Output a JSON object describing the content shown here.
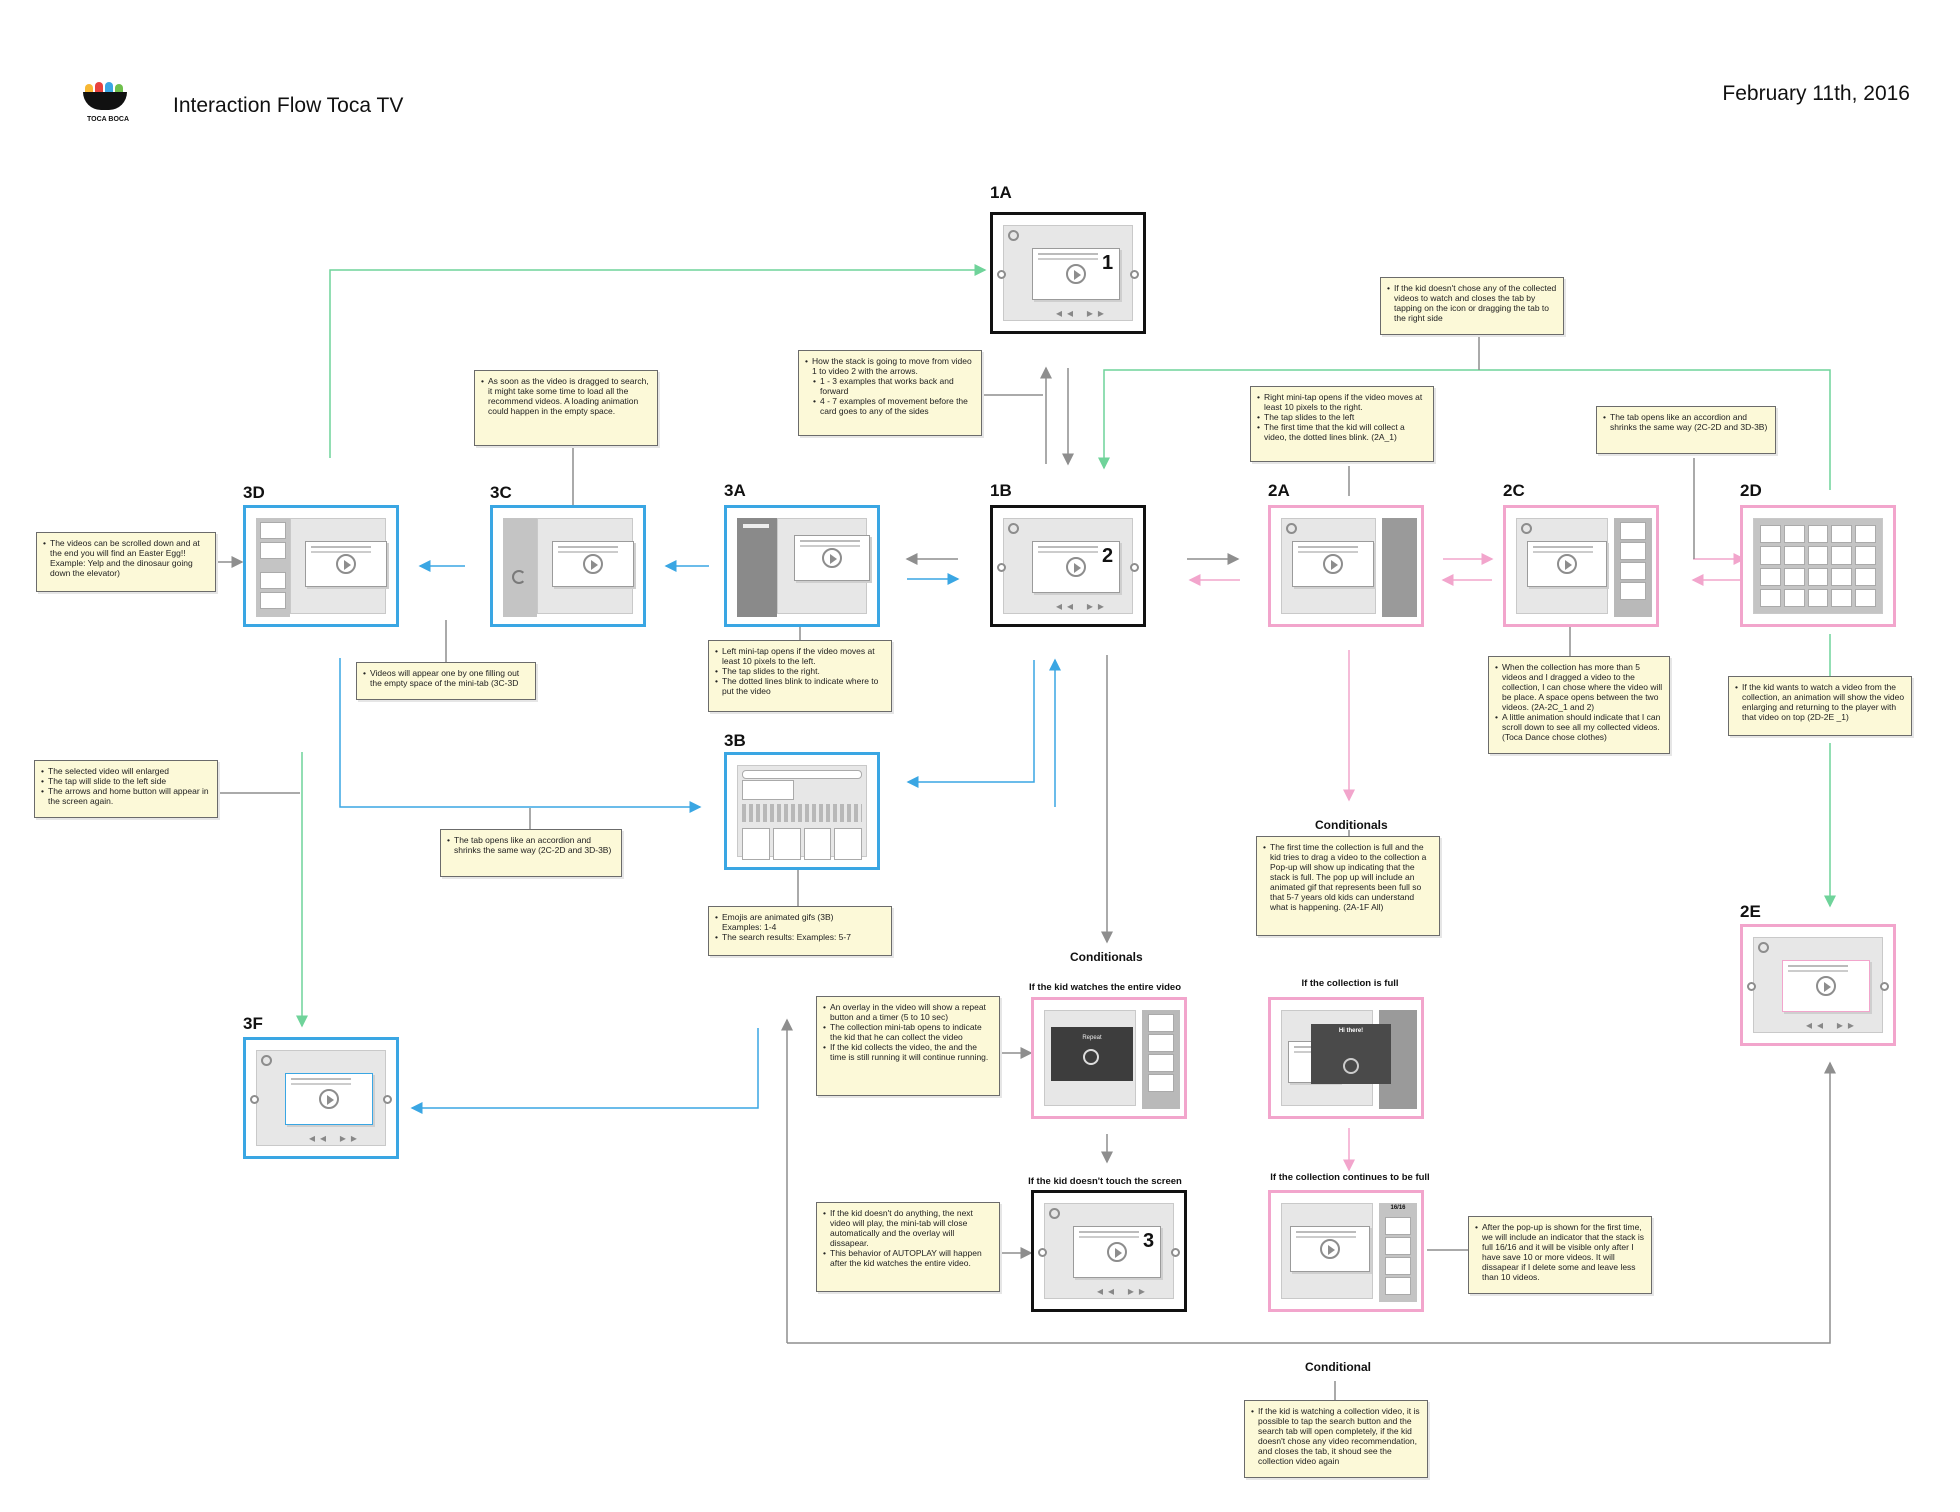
{
  "header": {
    "logo_text": "TOCA BOCA",
    "title": "Interaction Flow Toca TV",
    "date": "February 11th, 2016"
  },
  "colors": {
    "green": "#6fd39a",
    "blue": "#3aa6e3",
    "pink": "#f2a5cc",
    "grey": "#8e8e8e",
    "note_bg": "#fcf9d8"
  },
  "screens": {
    "s1a": {
      "label": "1A",
      "number": "1"
    },
    "s1b": {
      "label": "1B",
      "number": "2"
    },
    "s2a": {
      "label": "2A"
    },
    "s2c": {
      "label": "2C"
    },
    "s2d": {
      "label": "2D"
    },
    "s2e": {
      "label": "2E"
    },
    "s3a": {
      "label": "3A"
    },
    "s3b": {
      "label": "3B"
    },
    "s3c": {
      "label": "3C"
    },
    "s3d": {
      "label": "3D"
    },
    "s3f": {
      "label": "3F"
    },
    "cw1": {
      "label": "If the kid watches the entire video",
      "overlay_text": "Repeat"
    },
    "cw2": {
      "label": "If the kid doesn't touch the screen",
      "number": "3"
    },
    "cf1": {
      "label": "If  the collection is full",
      "popup_title": "Hi there!"
    },
    "cf2": {
      "label": "If the collection continues to be full",
      "count": "16/16"
    }
  },
  "section_labels": {
    "conditionals_center": "Conditionals",
    "conditionals_right": "Conditionals",
    "conditional_bottom": "Conditional"
  },
  "notes": {
    "n_1a": [
      "How the stack is going to move from video 1 to video 2 with the arrows.",
      "1 - 3 examples that works back and forward",
      "4 - 7 examples of movement before the card goes to any of the sides"
    ],
    "n_collected": [
      "If the kid doesn't chose any of the collected videos to watch and closes the tab by tapping on the icon or dragging the tab to the right side"
    ],
    "n_3c": [
      "As soon as the video is dragged to search, it might take some time to load all the recommend videos.  A loading animation could happen in the empty space."
    ],
    "n_2a": [
      "Right mini-tap opens if the video moves at least 10 pixels to the right.",
      "The tap slides to the left",
      "The first time that the kid will collect a video, the dotted lines blink. (2A_1)"
    ],
    "n_2d": [
      "The tab opens like an accordion and shrinks the same way (2C-2D and 3D-3B)"
    ],
    "n_3d": [
      "The videos can be scrolled down and at the end you will find an Easter Egg!! Example: Yelp and the dinosaur going down the elevator)"
    ],
    "n_3c_bottom": [
      "Videos will appear one by one filling out the empty space of the mini-tab (3C-3D"
    ],
    "n_3a": [
      "Left mini-tap opens if the video moves at least 10 pixels to the left.",
      "The tap slides to the right.",
      "The dotted lines blink to indicate where to put the video"
    ],
    "n_2c": [
      "When the collection has more than 5 videos and I dragged a video to the collection, I can chose where the video will be place. A space opens between the two videos. (2A-2C_1 and 2)",
      "A little animation should indicate that I can scroll down to see all my collected videos. (Toca Dance chose clothes)"
    ],
    "n_2e": [
      "If the kid wants to watch a video from the collection, an animation will show the video enlarging and returning to the player with that video on top (2D-2E _1)"
    ],
    "n_3f": [
      "The selected video will enlarged",
      "The tap will slide to the left side",
      "The arrows and home button will appear in the screen again."
    ],
    "n_accordion": [
      "The tab opens like an accordion and shrinks the same way (2C-2D and 3D-3B)"
    ],
    "n_3b": [
      "Emojis are animated gifs (3B)",
      "Examples: 1-4",
      "The search results: Examples: 5-7"
    ],
    "n_full": [
      "The first time the collection is full and the kid tries to drag a video to the collection a Pop-up will show up indicating that the stack is full. The pop up will include an animated gif that represents been full so that 5-7 years old kids can understand what is happening. (2A-1F All)"
    ],
    "n_overlay": [
      "An overlay in the video will show a repeat button and a timer (5 to 10 sec)",
      "The collection mini-tab opens to indicate the kid that he can collect the video",
      "If the kid collects the video, the and the time is still running it will continue running."
    ],
    "n_autoplay": [
      "If the kid doesn't do anything, the next video will play, the mini-tab will close automatically and the overlay will dissapear.",
      "This behavior of AUTOPLAY will happen after the kid watches the entire video."
    ],
    "n_popup": [
      "After the pop-up is shown for the first time, we will include an indicator that the stack is full 16/16 and it will be visible only after I have save 10 or more videos. It will dissapear if I delete some and leave less than 10 videos."
    ],
    "n_conditional": [
      "If the kid is watching a collection video, it is possible to tap the search button and the search tab will open completely, if the kid doesn't chose any video recommendation, and closes the tab, it shoud see the collection video again"
    ]
  }
}
